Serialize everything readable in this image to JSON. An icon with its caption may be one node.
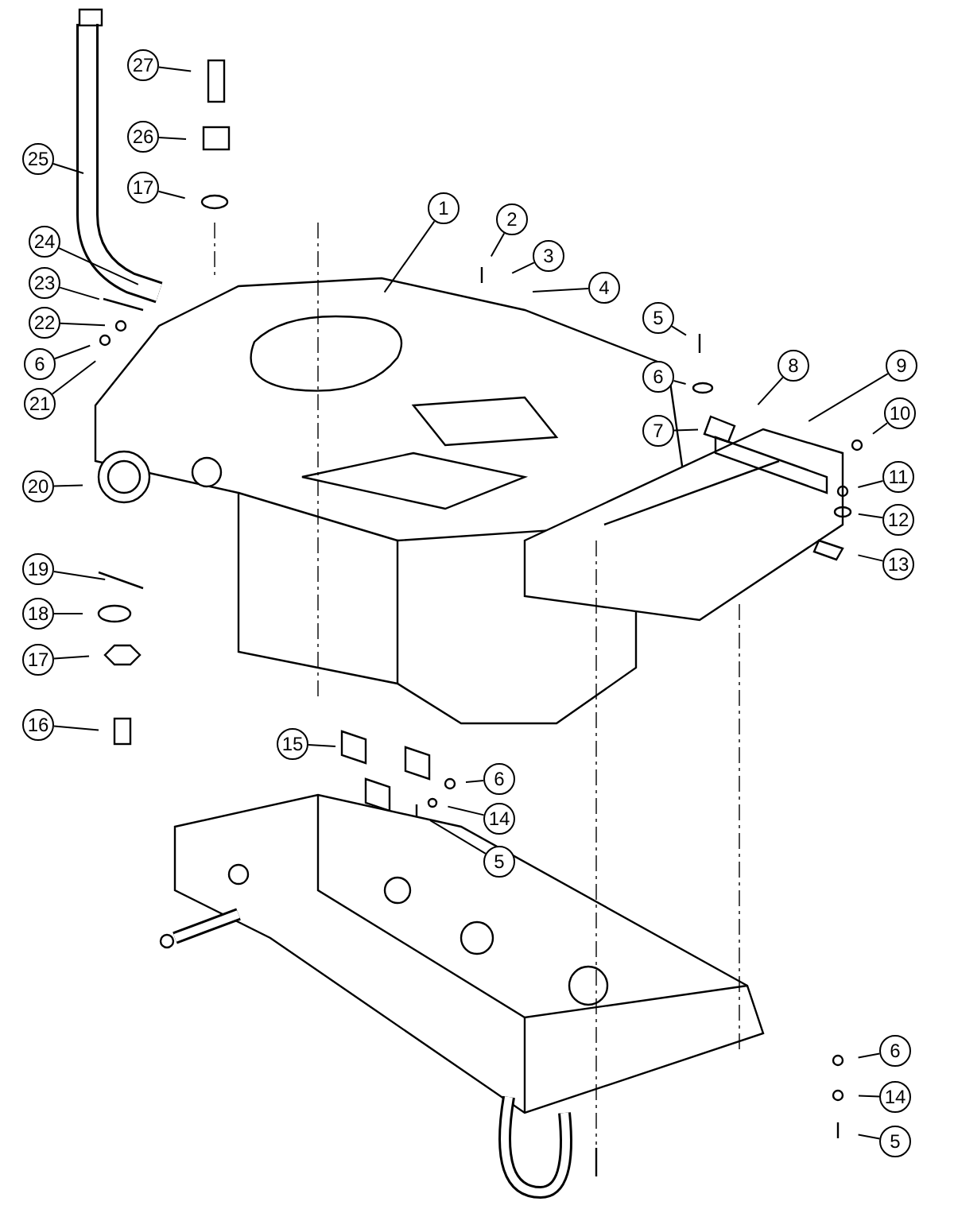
{
  "diagram": {
    "nodes": [
      {
        "text": [
          "27"
        ]
      },
      {
        "text": [
          "26"
        ]
      },
      {
        "text": [
          "25"
        ]
      },
      {
        "text": [
          "17"
        ]
      },
      {
        "text": [
          "1"
        ]
      },
      {
        "text": [
          "2"
        ]
      },
      {
        "text": [
          "24"
        ]
      },
      {
        "text": [
          "3"
        ]
      },
      {
        "text": [
          "23"
        ]
      },
      {
        "text": [
          "4"
        ]
      },
      {
        "text": [
          "5"
        ]
      },
      {
        "text": [
          "22"
        ]
      },
      {
        "text": [
          "6"
        ]
      },
      {
        "text": [
          "21"
        ]
      },
      {
        "text": [
          "6"
        ]
      },
      {
        "text": [
          "8"
        ]
      },
      {
        "text": [
          "9"
        ]
      },
      {
        "text": [
          "7"
        ]
      },
      {
        "text": [
          "10"
        ]
      },
      {
        "text": [
          "20"
        ]
      },
      {
        "text": [
          "11"
        ]
      },
      {
        "text": [
          "12"
        ]
      },
      {
        "text": [
          "13"
        ]
      },
      {
        "text": [
          "19"
        ]
      },
      {
        "text": [
          "18"
        ]
      },
      {
        "text": [
          "17"
        ]
      },
      {
        "text": [
          "16"
        ]
      },
      {
        "text": [
          "15"
        ]
      },
      {
        "text": [
          "6"
        ]
      },
      {
        "text": [
          "14"
        ]
      },
      {
        "text": [
          "5"
        ]
      },
      {
        "text": [
          "6"
        ]
      },
      {
        "text": [
          "14"
        ]
      },
      {
        "text": [
          "5"
        ]
      }
    ],
    "edges": [
      {
        "from": 0,
        "to": null,
        "arrow": "none"
      },
      {
        "from": 1,
        "to": null,
        "arrow": "none"
      },
      {
        "from": 2,
        "to": null,
        "arrow": "none"
      },
      {
        "from": 3,
        "to": null,
        "arrow": "none"
      },
      {
        "from": 4,
        "to": null,
        "arrow": "none"
      },
      {
        "from": 5,
        "to": null,
        "arrow": "none"
      },
      {
        "from": 6,
        "to": null,
        "arrow": "none"
      },
      {
        "from": 7,
        "to": null,
        "arrow": "none"
      },
      {
        "from": 8,
        "to": null,
        "arrow": "none"
      },
      {
        "from": 9,
        "to": null,
        "arrow": "none"
      },
      {
        "from": 10,
        "to": null,
        "arrow": "none"
      },
      {
        "from": 11,
        "to": null,
        "arrow": "none"
      },
      {
        "from": 12,
        "to": null,
        "arrow": "none"
      },
      {
        "from": 13,
        "to": null,
        "arrow": "none"
      },
      {
        "from": 14,
        "to": null,
        "arrow": "none"
      },
      {
        "from": 15,
        "to": null,
        "arrow": "none"
      },
      {
        "from": 16,
        "to": null,
        "arrow": "none"
      },
      {
        "from": 17,
        "to": null,
        "arrow": "none"
      },
      {
        "from": 18,
        "to": null,
        "arrow": "none"
      },
      {
        "from": 19,
        "to": null,
        "arrow": "none"
      },
      {
        "from": 20,
        "to": null,
        "arrow": "none"
      },
      {
        "from": 21,
        "to": null,
        "arrow": "none"
      },
      {
        "from": 22,
        "to": null,
        "arrow": "none"
      },
      {
        "from": 23,
        "to": null,
        "arrow": "none"
      },
      {
        "from": 24,
        "to": null,
        "arrow": "none"
      },
      {
        "from": 25,
        "to": null,
        "arrow": "none"
      },
      {
        "from": 26,
        "to": null,
        "arrow": "none"
      },
      {
        "from": 27,
        "to": null,
        "arrow": "none"
      },
      {
        "from": 28,
        "to": null,
        "arrow": "none"
      },
      {
        "from": 29,
        "to": null,
        "arrow": "none"
      },
      {
        "from": 30,
        "to": null,
        "arrow": "none"
      },
      {
        "from": 31,
        "to": null,
        "arrow": "none"
      },
      {
        "from": 32,
        "to": null,
        "arrow": "none"
      },
      {
        "from": 33,
        "to": null,
        "arrow": "none"
      }
    ]
  }
}
